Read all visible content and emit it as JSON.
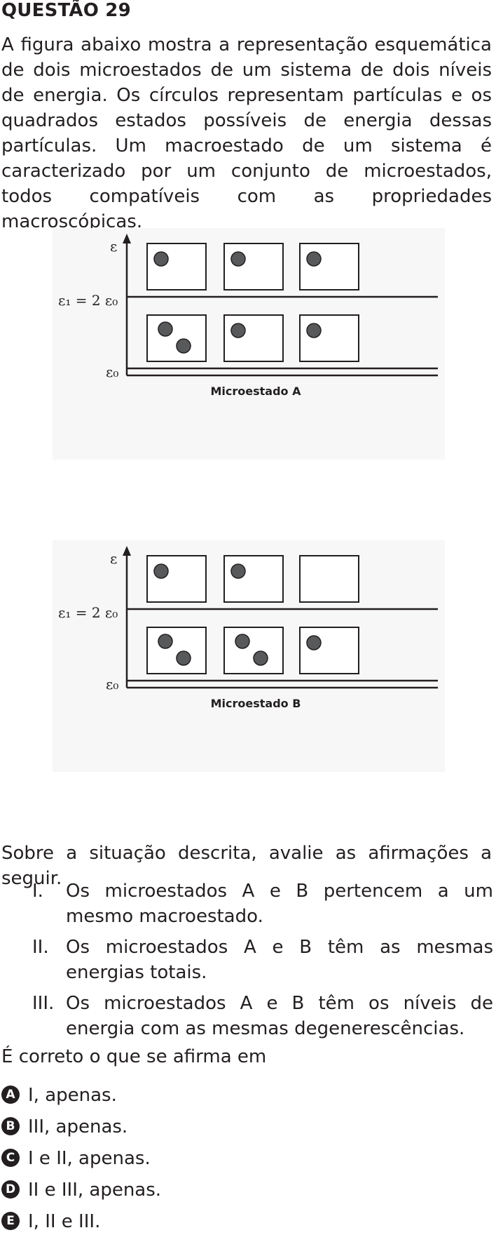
{
  "question": {
    "title": "QUESTÃO 29",
    "intro": "A figura abaixo mostra a representação esquemática de dois microestados de um sistema de dois níveis de energia. Os círculos representam partículas e os quadrados estados possíveis de energia dessas partículas. Um macroestado de um sistema é caracterizado por um conjunto de microestados, todos compatíveis com as propriedades macroscópicas.",
    "lead": "Sobre a situação descrita, avalie as afirmações a seguir.",
    "statements": [
      {
        "num": "I.",
        "text": "Os microestados A e B pertencem a um mesmo macroestado."
      },
      {
        "num": "II.",
        "text": "Os microestados A e B têm as mesmas energias totais."
      },
      {
        "num": "III.",
        "text": "Os microestados A e B têm os níveis de energia com as mesmas degenerescências."
      }
    ],
    "ask": "É correto o que se afirma em",
    "options": [
      {
        "letter": "A",
        "text": "I, apenas."
      },
      {
        "letter": "B",
        "text": "III, apenas."
      },
      {
        "letter": "C",
        "text": "I e II, apenas."
      },
      {
        "letter": "D",
        "text": "II e III, apenas."
      },
      {
        "letter": "E",
        "text": "I, II e III."
      }
    ]
  },
  "figures": {
    "axis_label": "ε",
    "level_upper_label": "ε₁ = 2 ε₀",
    "level_lower_label": "ε₀",
    "microstate_a": {
      "caption": "Microestado A",
      "upper_level_particles": [
        1,
        1,
        1
      ],
      "lower_level_particles": [
        2,
        1,
        1
      ]
    },
    "microstate_b": {
      "caption": "Microestado B",
      "upper_level_particles": [
        1,
        1,
        0
      ],
      "lower_level_particles": [
        2,
        2,
        1
      ]
    }
  }
}
